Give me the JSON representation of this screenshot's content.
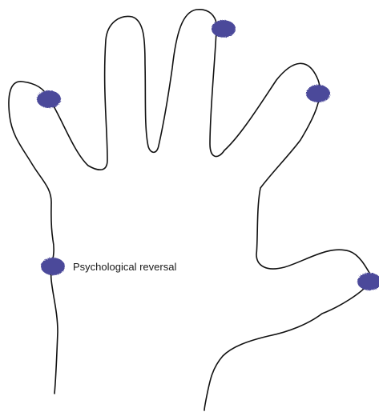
{
  "diagram": {
    "point_color": "#4b4a9a",
    "outline_color": "#111111",
    "labels": {
      "psychological_reversal": "Psychological reversal"
    },
    "points": [
      {
        "name": "index-finger-tip-point",
        "icon": "tapping-point"
      },
      {
        "name": "thumb-side-point",
        "icon": "tapping-point"
      },
      {
        "name": "ring-finger-tip-point",
        "icon": "tapping-point"
      },
      {
        "name": "little-finger-point",
        "icon": "tapping-point"
      },
      {
        "name": "karate-chop-point",
        "icon": "tapping-point"
      }
    ]
  }
}
